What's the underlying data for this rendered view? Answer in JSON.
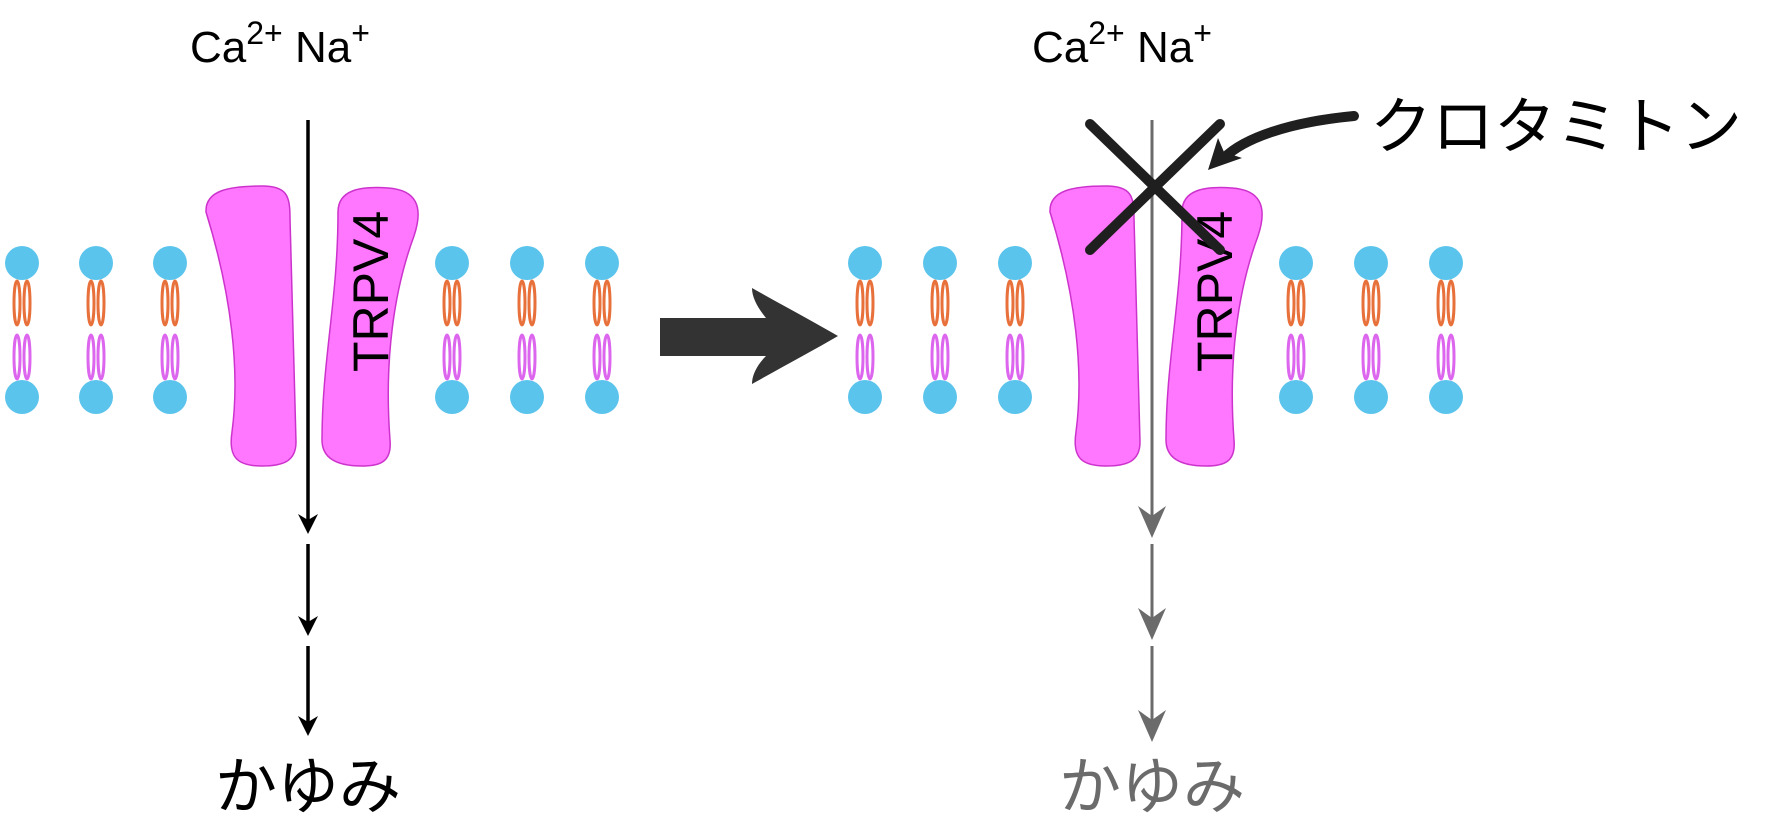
{
  "left_panel": {
    "ions": {
      "ca": "Ca",
      "ca_sup": "2+",
      "na": "Na",
      "na_sup": "+"
    },
    "channel_label": "TRPV4",
    "result": "かゆみ"
  },
  "right_panel": {
    "ions": {
      "ca": "Ca",
      "ca_sup": "2+",
      "na": "Na",
      "na_sup": "+"
    },
    "channel_label": "TRPV4",
    "inhibitor": "クロタミトン",
    "result": "かゆみ"
  },
  "colors": {
    "protein": "#ff77ff",
    "protein_stroke": "#cc33cc",
    "lipid_head": "#5bc4ec",
    "tail_upper": "#e8703a",
    "tail_lower": "#dd66ee",
    "active_arrow": "#000000",
    "inhibited_arrow": "#6b6b6b",
    "transition_arrow": "#333333"
  },
  "icons": [
    "lipid-bilayer",
    "channel-protein",
    "inhibition-cross-icon",
    "curved-arrow-icon",
    "transition-arrow-icon"
  ]
}
